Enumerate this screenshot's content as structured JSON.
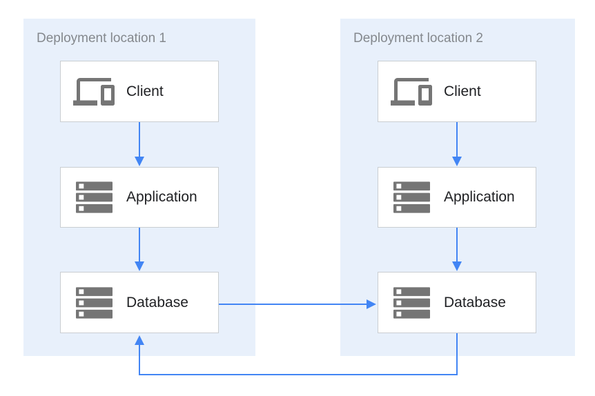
{
  "diagram": {
    "type": "architecture-diagram",
    "colors": {
      "panel_bg": "#e8f0fb",
      "panel_title_text": "#84888d",
      "node_bg": "#ffffff",
      "node_border": "#c9cdd1",
      "node_label_text": "#202124",
      "icon_gray": "#757575",
      "arrow_blue": "#4285f4"
    },
    "panels": [
      {
        "title": "Deployment location 1",
        "nodes": [
          {
            "label": "Client",
            "icon": "devices-icon"
          },
          {
            "label": "Application",
            "icon": "server-stack-icon"
          },
          {
            "label": "Database",
            "icon": "server-stack-icon"
          }
        ]
      },
      {
        "title": "Deployment location 2",
        "nodes": [
          {
            "label": "Client",
            "icon": "devices-icon"
          },
          {
            "label": "Application",
            "icon": "server-stack-icon"
          },
          {
            "label": "Database",
            "icon": "server-stack-icon"
          }
        ]
      }
    ],
    "edges": [
      {
        "from": "client-1",
        "to": "application-1",
        "direction": "down"
      },
      {
        "from": "application-1",
        "to": "database-1",
        "direction": "down"
      },
      {
        "from": "client-2",
        "to": "application-2",
        "direction": "down"
      },
      {
        "from": "application-2",
        "to": "database-2",
        "direction": "down"
      },
      {
        "from": "database-1",
        "to": "database-2",
        "direction": "right"
      },
      {
        "from": "database-2",
        "to": "database-1",
        "direction": "bottom-loop"
      }
    ]
  }
}
